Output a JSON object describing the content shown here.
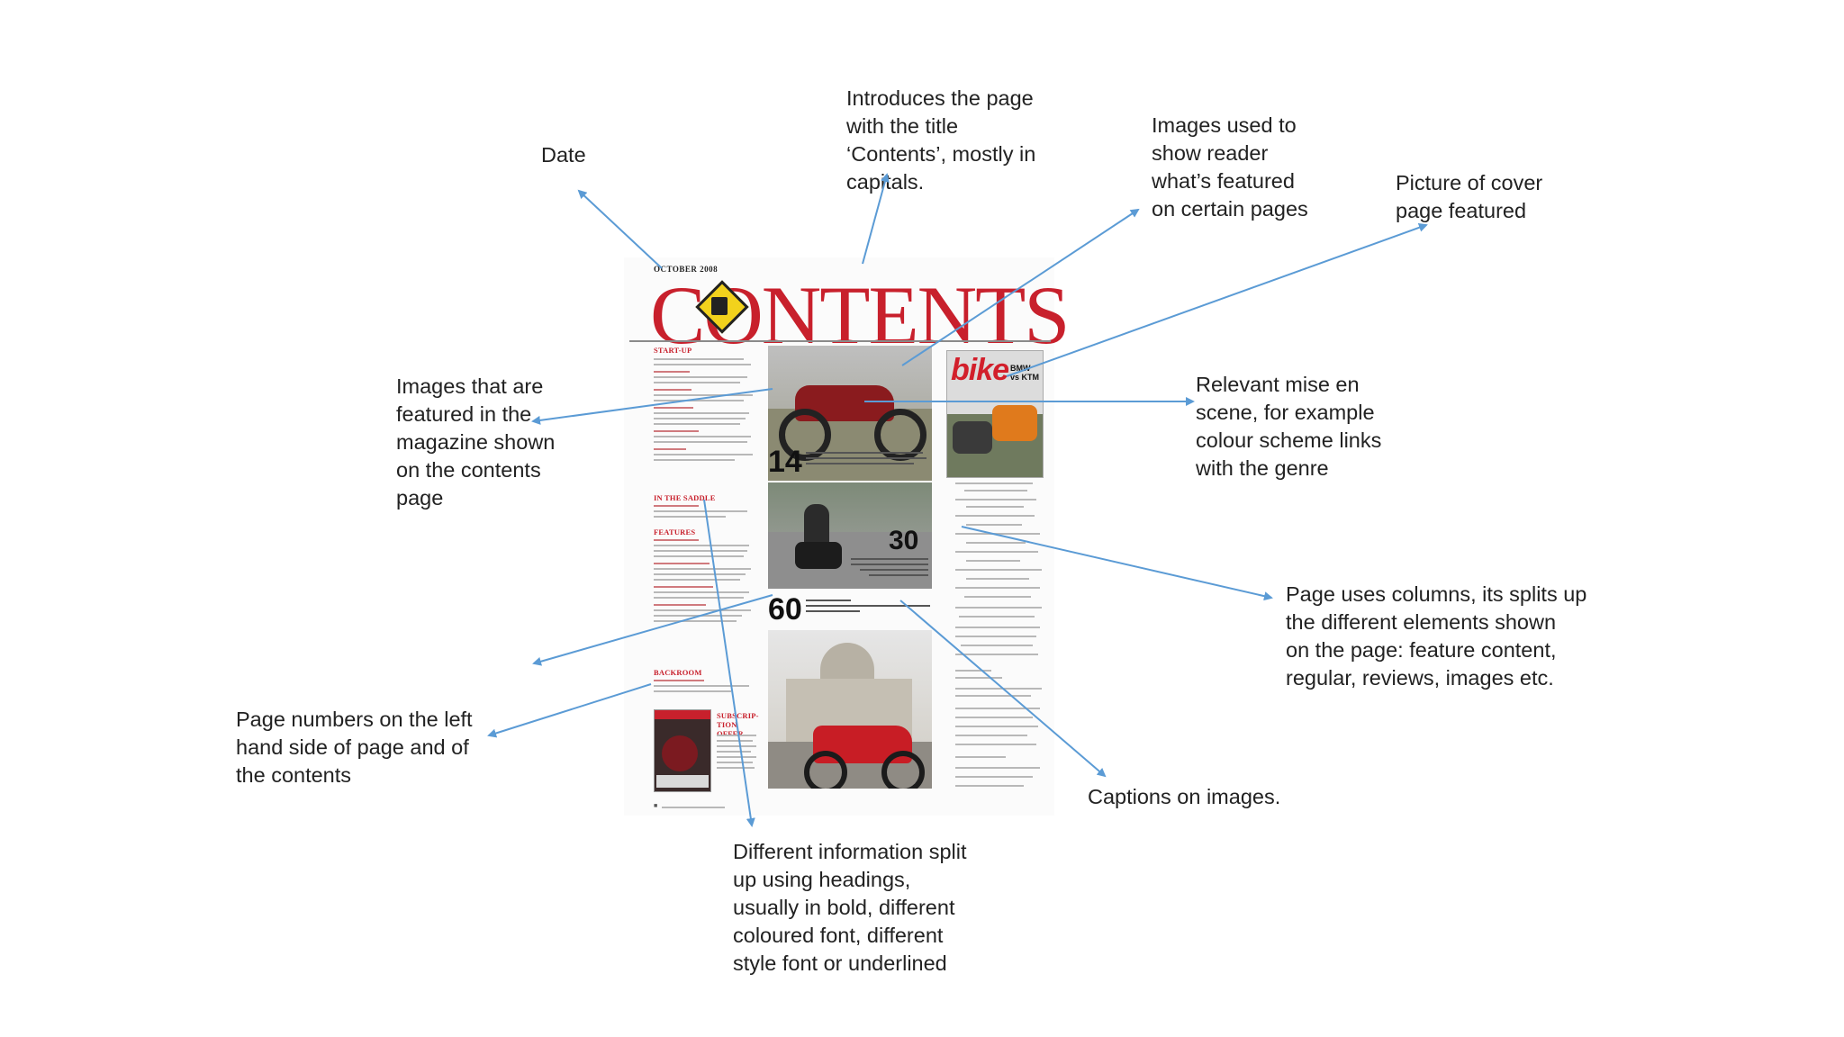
{
  "annotations": {
    "date": [
      "Date"
    ],
    "title": [
      "Introduces the page",
      "with the title",
      "‘Contents’, mostly in",
      "capitals."
    ],
    "images_featured_pages": [
      "Images used to",
      "show reader",
      "what’s featured",
      "on certain pages"
    ],
    "cover_picture": [
      "Picture of cover",
      "page featured"
    ],
    "images_in_magazine": [
      "Images that are",
      "featured in the",
      "magazine shown",
      "on the contents",
      "page"
    ],
    "mise_en_scene": [
      "Relevant mise en",
      "scene, for example",
      "colour scheme links",
      "with the genre"
    ],
    "columns": [
      "Page uses columns, its splits up",
      "the different elements shown",
      "on the page: feature content,",
      "regular, reviews, images etc."
    ],
    "page_numbers": [
      "Page numbers on the left",
      "hand side of page and of",
      "the contents"
    ],
    "captions": [
      "Captions on images."
    ],
    "headings": [
      "Different information split",
      "up using headings,",
      "usually in bold, different",
      "coloured font, different",
      "style font or underlined"
    ]
  },
  "magazine": {
    "date": "OCTOBER 2008",
    "title": "CONTENTS",
    "sections": [
      "START-UP",
      "IN THE SADDLE",
      "FEATURES",
      "BACKROOM",
      "SUBSCRIP-TION OFFER"
    ],
    "caption_numbers": [
      "14",
      "30",
      "60"
    ],
    "cover_logo": "bike",
    "cover_text": "BMW vs KTM"
  },
  "colors": {
    "arrow": "#5b9bd5",
    "title_red": "#c8202c",
    "label_text": "#222222"
  }
}
